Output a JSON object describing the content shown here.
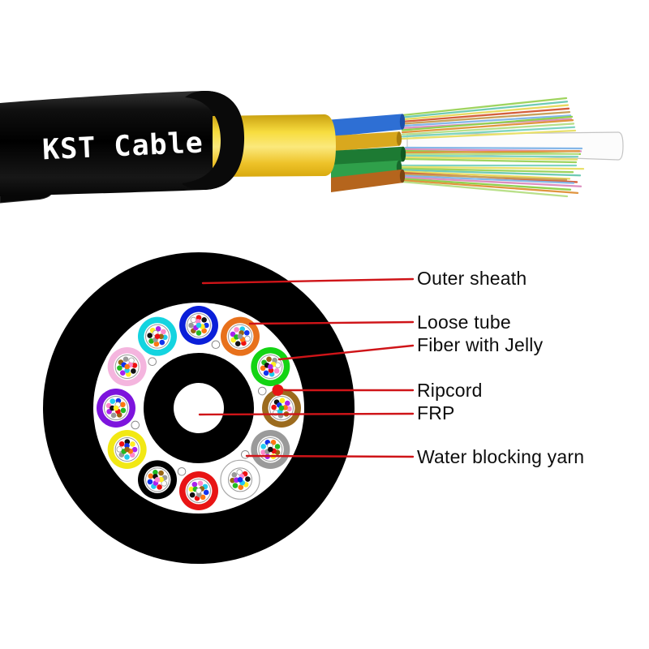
{
  "cable": {
    "brand": "KST Cable"
  },
  "photo": {
    "sheath_color": "#0a0a0a",
    "jacket_color_top": "#c9a011",
    "jacket_color_mid": "#f7dc3e",
    "jacket_color_light": "#fbe97c",
    "jacket_color_bottom": "#d8a90e",
    "tube_colors": [
      "#2e6fd4",
      "#d9a81e",
      "#1d7a33",
      "#2fa04a",
      "#b5651d"
    ],
    "tube_cap_colors": [
      "#1c4fa8",
      "#a87c0e",
      "#0e5a20",
      "#17692c",
      "#7a4512"
    ],
    "frp_color": "#fcfcfc",
    "frp_edge_color": "#c4c4c4",
    "fiber_colors": [
      "#9fd45f",
      "#6fcbb4",
      "#e8d95f",
      "#d45f3c",
      "#c8a05a",
      "#85b7e8",
      "#dd8fc0",
      "#8fd14f",
      "#e0953f",
      "#b9e08a",
      "#7fd4c1",
      "#e8e06a"
    ]
  },
  "diagram": {
    "outer_sheath_color": "#000000",
    "tube_ring": [
      {
        "name": "blue",
        "hex": "#0a1fd9"
      },
      {
        "name": "orange",
        "hex": "#e8711c"
      },
      {
        "name": "green",
        "hex": "#14d414"
      },
      {
        "name": "brown",
        "hex": "#9c6b1e"
      },
      {
        "name": "slate",
        "hex": "#9a9a9a"
      },
      {
        "name": "white",
        "hex": "#ffffff"
      },
      {
        "name": "red",
        "hex": "#e81414"
      },
      {
        "name": "black",
        "hex": "#000000"
      },
      {
        "name": "yellow",
        "hex": "#f2e814"
      },
      {
        "name": "violet",
        "hex": "#7d14dd"
      },
      {
        "name": "rose",
        "hex": "#f4b5de"
      },
      {
        "name": "aqua",
        "hex": "#14d4e0"
      }
    ],
    "fiber_dot_colors": [
      "#1133ee",
      "#ff7711",
      "#22bb22",
      "#996611",
      "#999999",
      "#ffffff",
      "#ee1111",
      "#111111",
      "#ffee22",
      "#aa22ee",
      "#ff88cc",
      "#22ccee"
    ],
    "frp_color": "#ffffff",
    "ripcord_color": "#e81414",
    "yarn_color": "#ffffff",
    "callout_line_color": "#cf1418"
  },
  "callouts": {
    "items": [
      {
        "label": "Outer sheath"
      },
      {
        "label": "Loose tube"
      },
      {
        "label": "Fiber with Jelly"
      },
      {
        "label": "Ripcord"
      },
      {
        "label": "FRP"
      },
      {
        "label": "Water blocking yarn"
      }
    ]
  }
}
